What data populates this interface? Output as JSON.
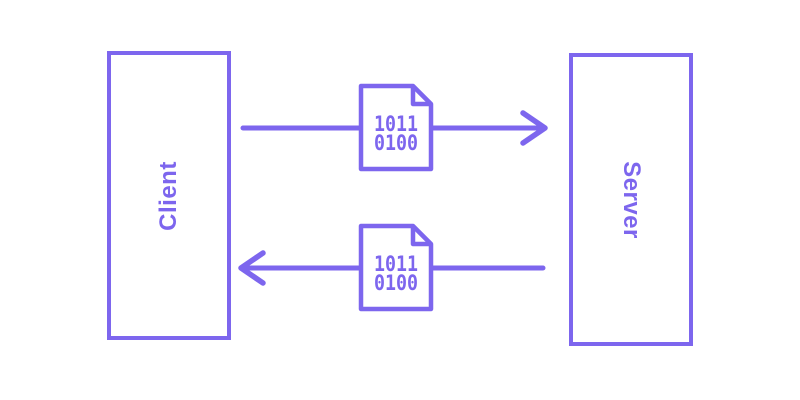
{
  "theme": {
    "accent": "#7D66EE",
    "background": "#FFFFFF",
    "document_fill": "#FFFFFF"
  },
  "nodes": {
    "client": {
      "label": "Client"
    },
    "server": {
      "label": "Server"
    }
  },
  "messages": {
    "request": {
      "from": "Client",
      "to": "Server",
      "direction": "left-to-right",
      "payload_line1": "1011",
      "payload_line2": "0100"
    },
    "response": {
      "from": "Server",
      "to": "Client",
      "direction": "right-to-left",
      "payload_line1": "1011",
      "payload_line2": "0100"
    }
  }
}
